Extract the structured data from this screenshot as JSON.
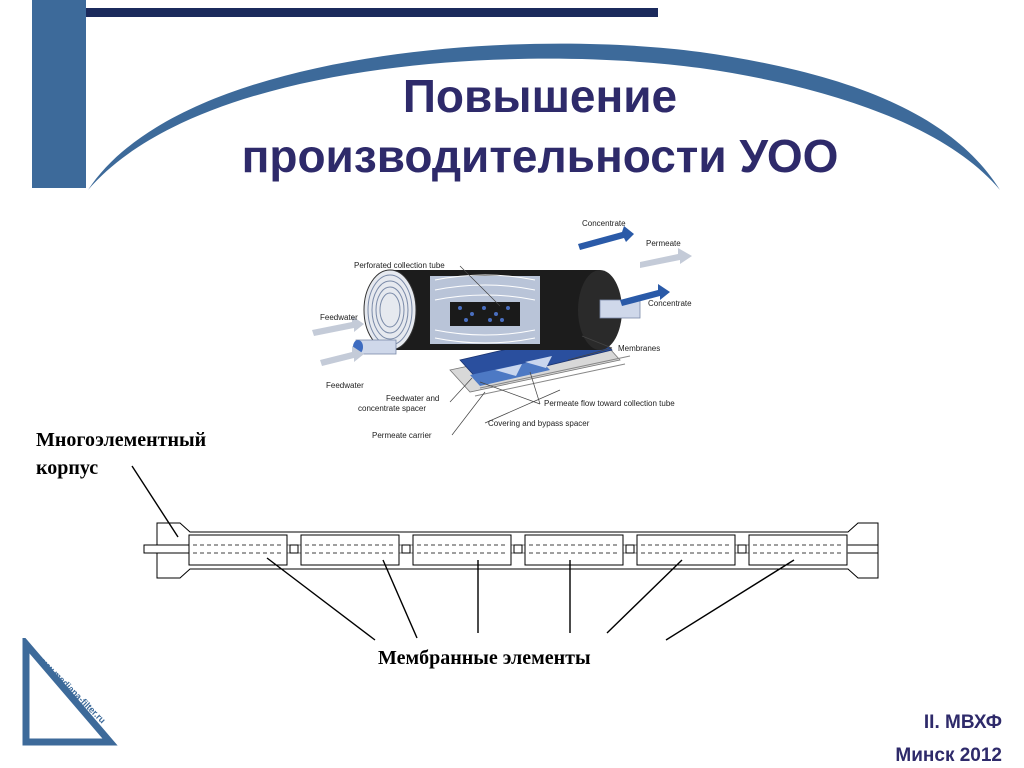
{
  "slide": {
    "title_line1": "Повышение",
    "title_line2": "производительности УОО"
  },
  "cutaway_diagram": {
    "labels": {
      "concentrate_top": "Concentrate",
      "permeate": "Permeate",
      "concentrate_bottom": "Concentrate",
      "perforated_tube": "Perforated collection tube",
      "feedwater_top": "Feedwater",
      "feedwater_bottom": "Feedwater",
      "membranes": "Membranes",
      "spacer_line1": "Feedwater and",
      "spacer_line2": "concentrate spacer",
      "permeate_flow": "Permeate flow toward collection tube",
      "covering": "Covering and bypass spacer",
      "permeate_carrier": "Permeate carrier"
    }
  },
  "housing_diagram": {
    "housing_label_line1": "Многоэлементный",
    "housing_label_line2": "корпус",
    "elements_label": "Мембранные элементы",
    "element_count": 6
  },
  "footer": {
    "line1": "II. МВХФ",
    "line2": "Минск 2012"
  },
  "logo": {
    "url_text": "www.mediana-filter.ru"
  },
  "colors": {
    "title": "#2e2a6a",
    "accent_bar": "#3d6a9a",
    "dark_bar": "#1b2a5c",
    "membrane_blue": "#2a4f9e"
  }
}
